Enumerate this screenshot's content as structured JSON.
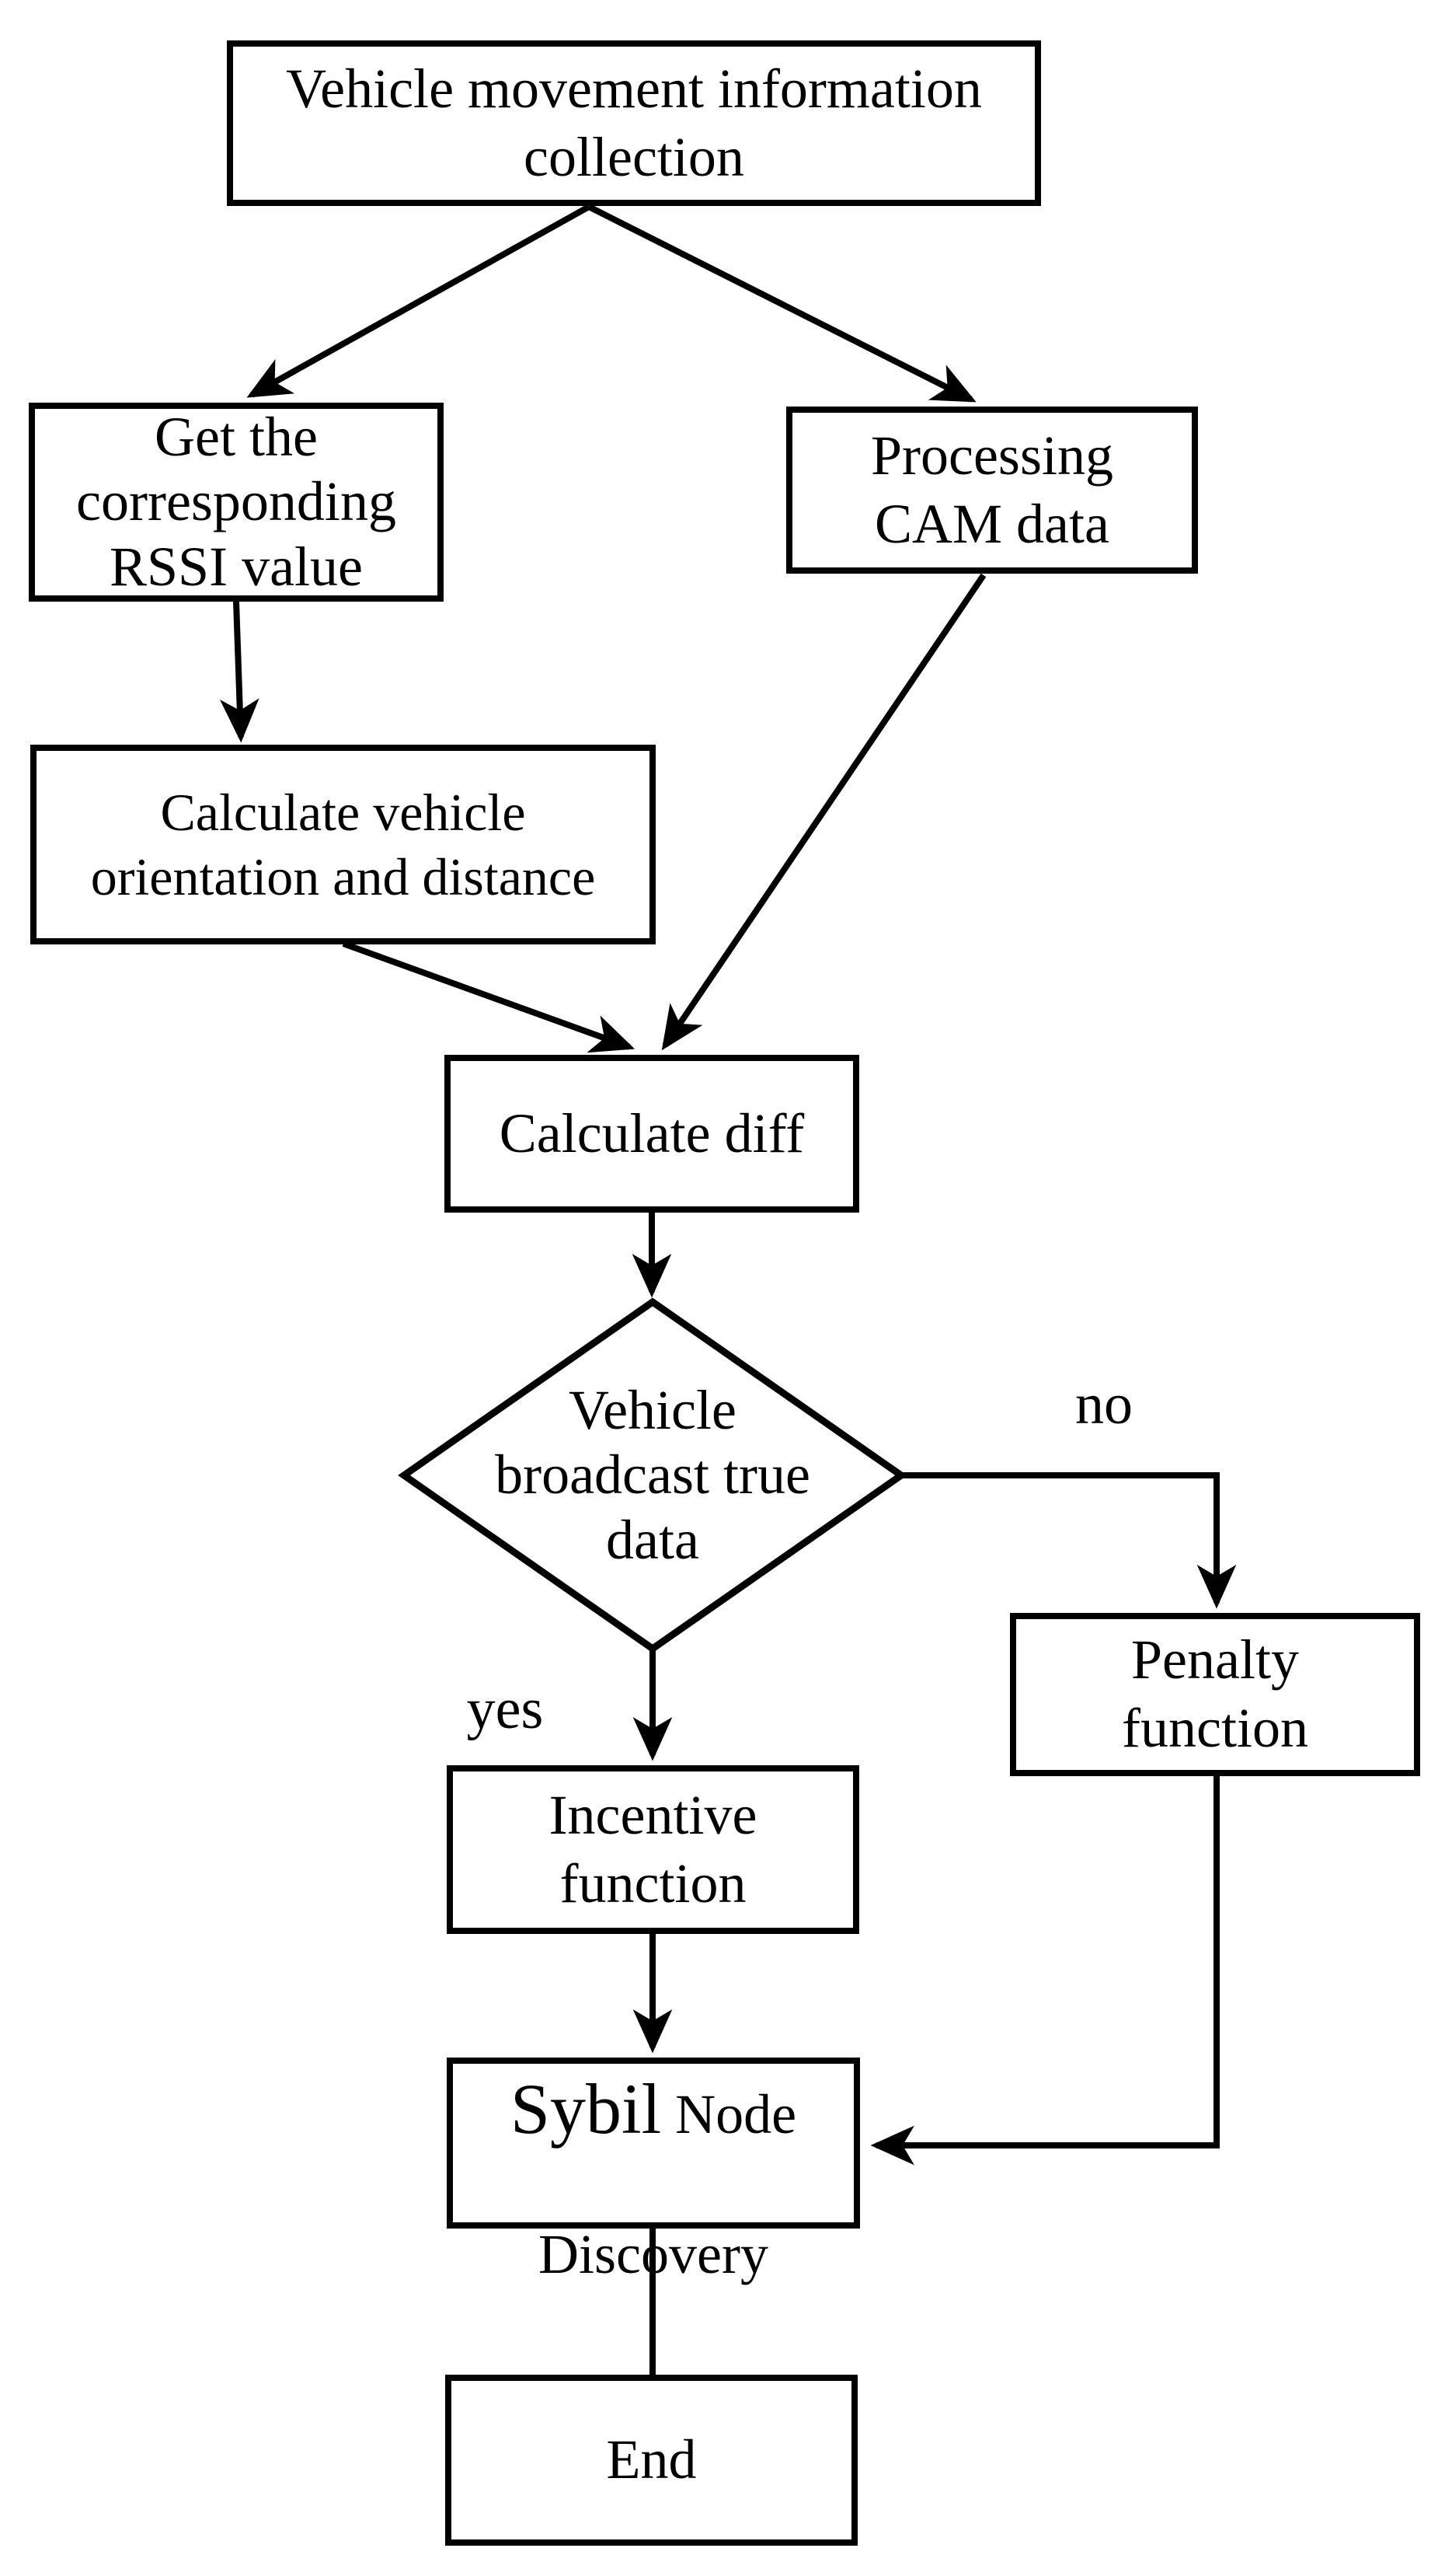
{
  "figure": {
    "type": "flowchart",
    "title": "Sybil node discovery flowchart",
    "background_color": "#ffffff",
    "line_color": "#000000",
    "text_color": "#000000"
  },
  "nodes": {
    "collect": {
      "label": "Vehicle movement information\ncollection"
    },
    "rssi": {
      "label": "Get the\ncorresponding\nRSSI value"
    },
    "cam": {
      "label": "Processing\nCAM data"
    },
    "orient": {
      "label": "Calculate vehicle\norientation and distance"
    },
    "diff": {
      "label": "Calculate diff"
    },
    "decision": {
      "label": "Vehicle\nbroadcast true\ndata"
    },
    "penalty": {
      "label": "Penalty\nfunction"
    },
    "incentive": {
      "label": "Incentive\nfunction"
    },
    "sybil": {
      "line1_big": "Sybil",
      "line1_rest": "Node",
      "line2": "Discovery"
    },
    "end": {
      "label": "End"
    }
  },
  "edge_labels": {
    "no": "no",
    "yes": "yes"
  }
}
